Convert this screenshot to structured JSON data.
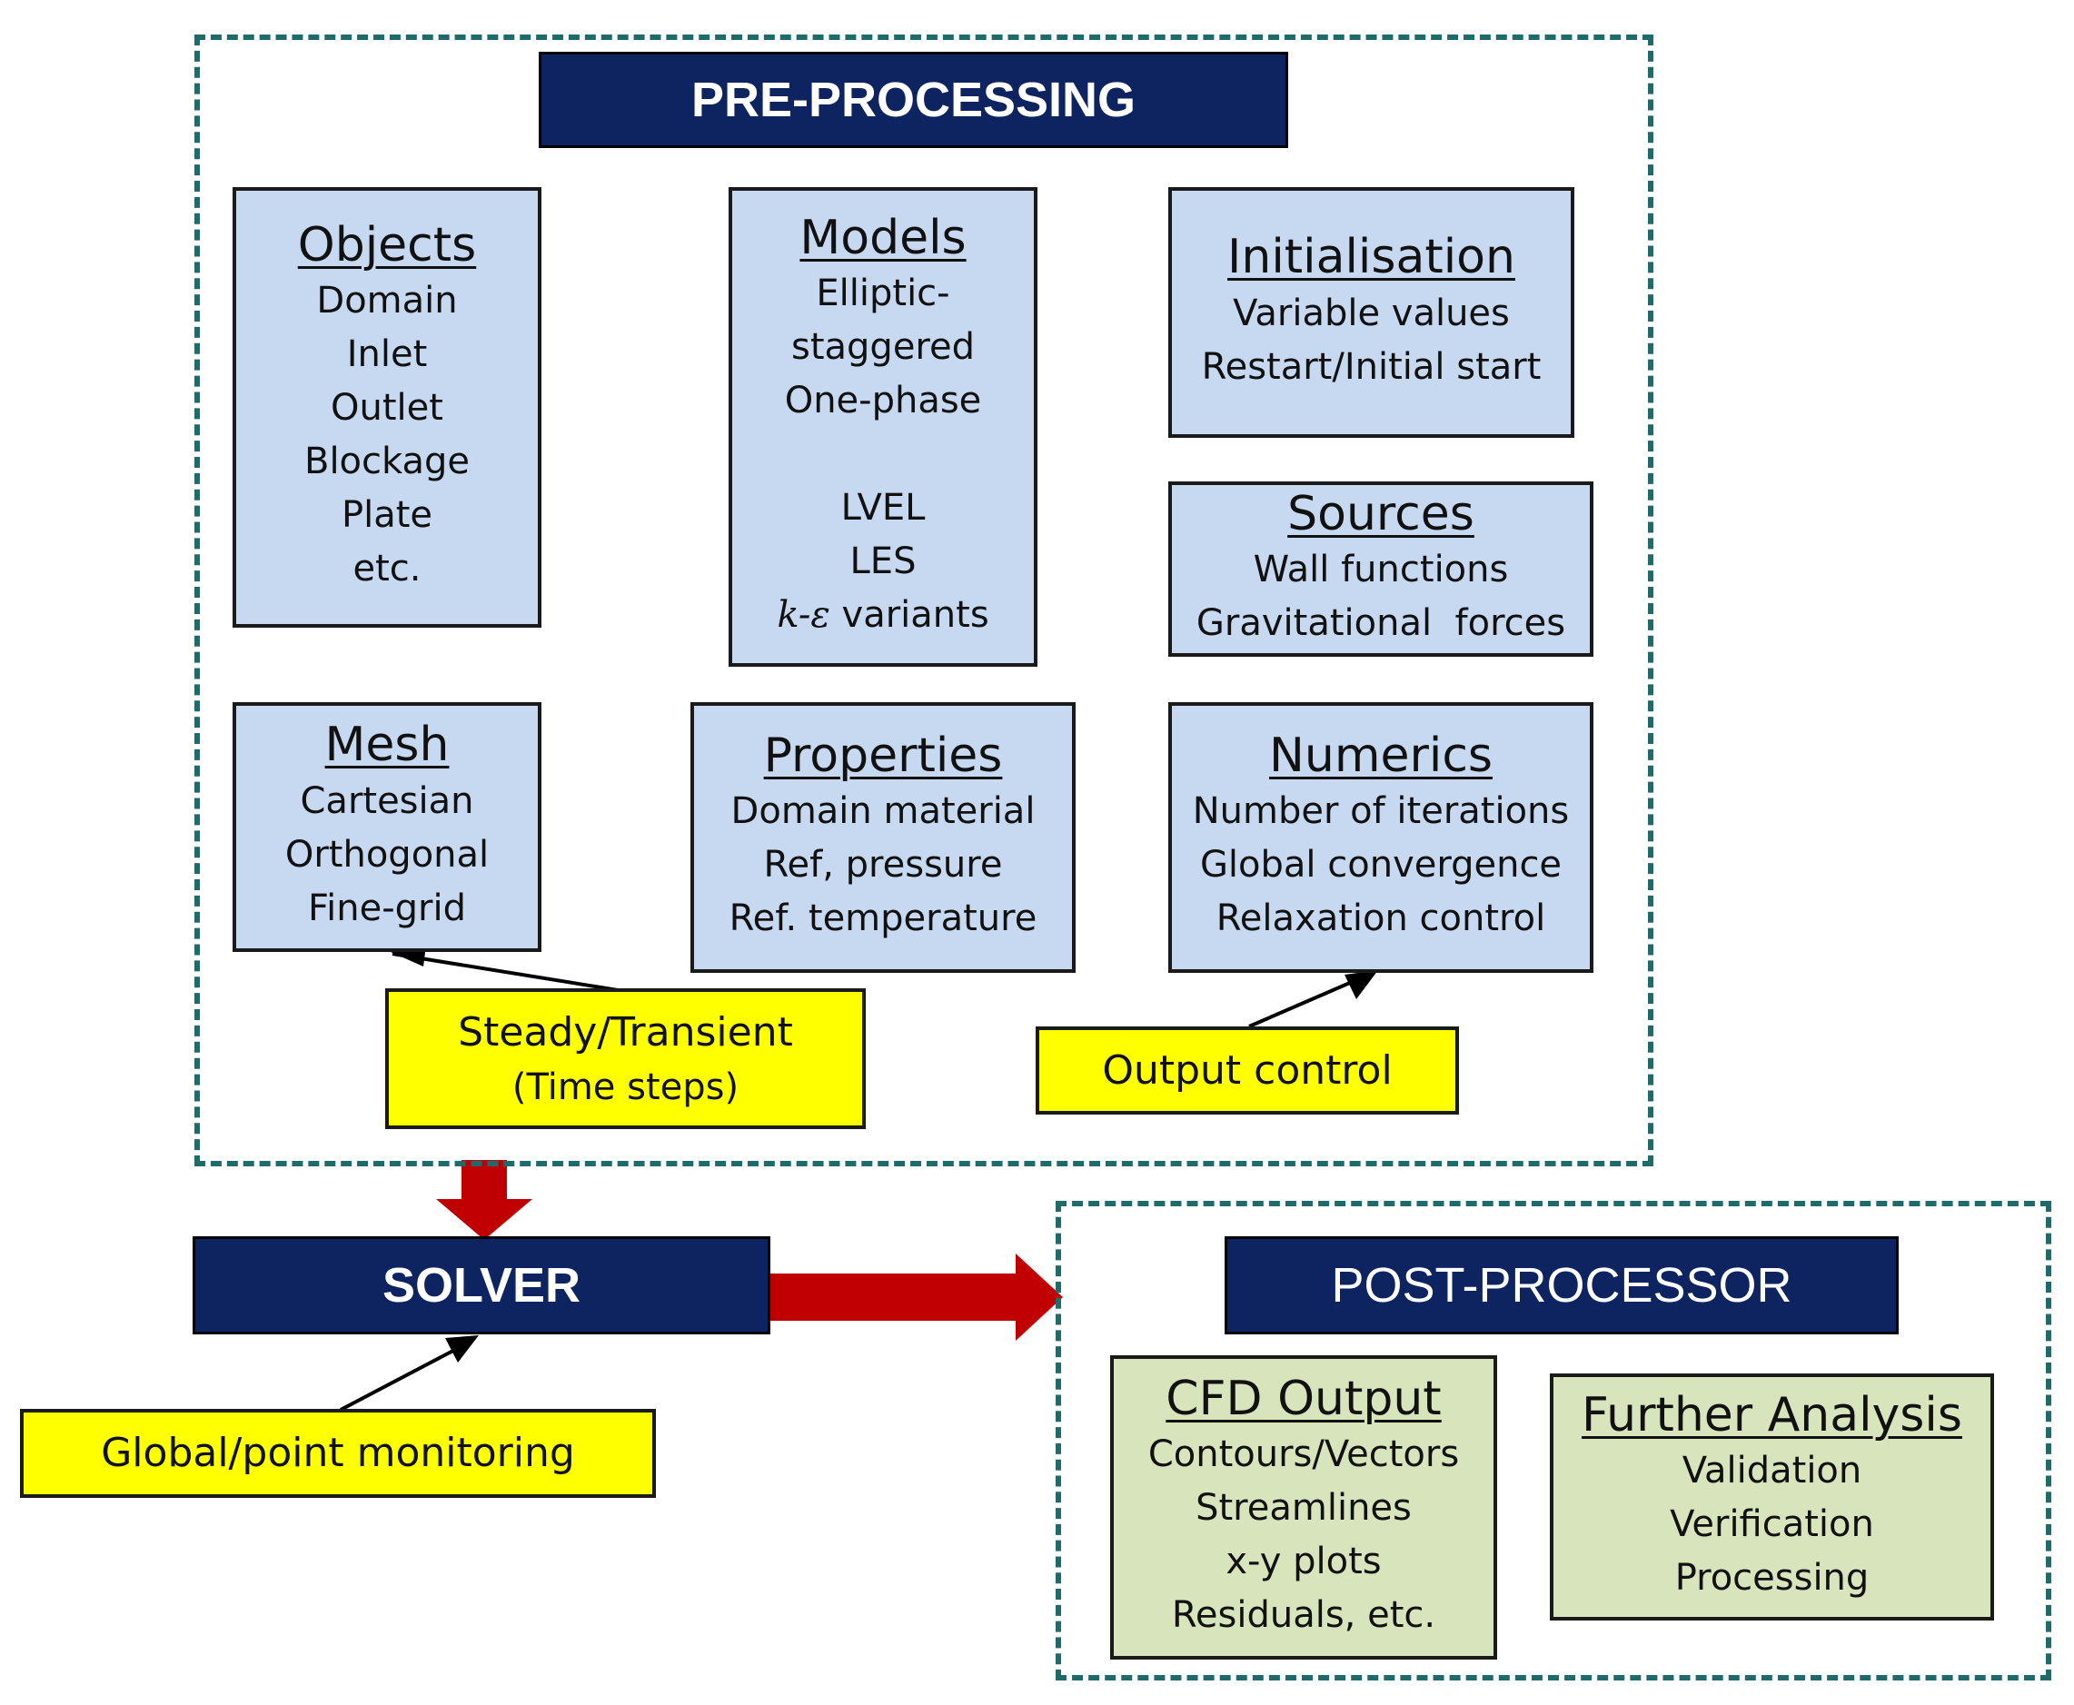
{
  "pre": {
    "banner": "PRE-PROCESSING",
    "objects": {
      "title": "Objects",
      "lines": [
        "Domain",
        "Inlet",
        "Outlet",
        "Blockage",
        "Plate",
        "etc."
      ]
    },
    "models": {
      "title": "Models",
      "lines_a": [
        "Elliptic-",
        "staggered",
        "One-phase"
      ],
      "lines_b": [
        "LVEL",
        "LES"
      ],
      "kepsilon_symbol": "k-ε",
      "kepsilon_text": " variants"
    },
    "initialisation": {
      "title": "Initialisation",
      "lines": [
        "Variable values",
        "Restart/Initial start"
      ]
    },
    "sources": {
      "title": "Sources",
      "lines": [
        "Wall functions",
        "Gravitational  forces"
      ]
    },
    "mesh": {
      "title": "Mesh",
      "lines": [
        "Cartesian",
        "Orthogonal",
        "Fine-grid"
      ]
    },
    "properties": {
      "title": "Properties",
      "lines": [
        "Domain material",
        "Ref, pressure",
        "Ref. temperature"
      ]
    },
    "numerics": {
      "title": "Numerics",
      "lines": [
        "Number of iterations",
        "Global convergence",
        "Relaxation control"
      ]
    },
    "steady": {
      "line1": "Steady/Transient",
      "line2": "(Time steps)"
    },
    "output_control": "Output control"
  },
  "solver": {
    "banner": "SOLVER",
    "monitoring": "Global/point monitoring"
  },
  "post": {
    "banner": "POST-PROCESSOR",
    "cfd_output": {
      "title": "CFD Output",
      "lines": [
        "Contours/Vectors",
        "Streamlines",
        "x-y plots",
        "Residuals, etc."
      ]
    },
    "further": {
      "title": "Further Analysis",
      "lines": [
        "Validation",
        "Verification",
        "Processing"
      ]
    }
  },
  "colors": {
    "banner_bg": "#0e2460",
    "box_blue": "#c6d9f1",
    "box_green": "#d8e4bc",
    "note_yellow": "#ffff00",
    "dashed_border": "#1f6b6b",
    "flow_arrow": "#c00000"
  }
}
